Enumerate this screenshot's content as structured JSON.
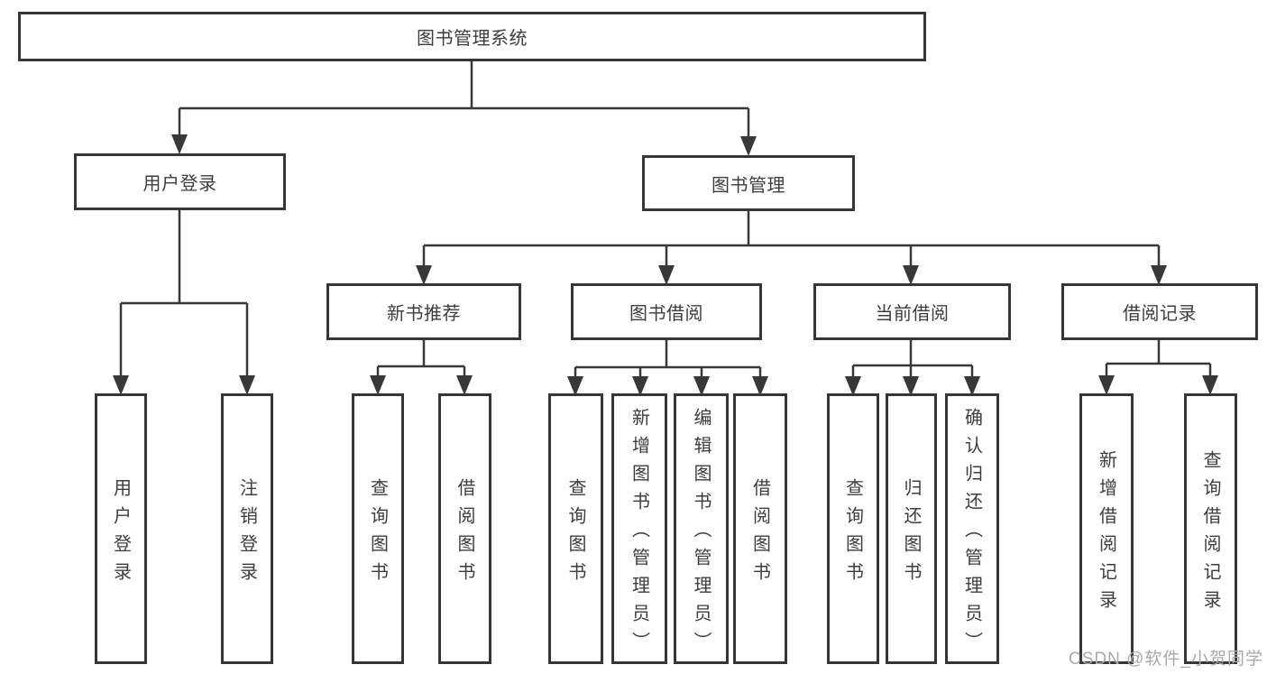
{
  "colors": {
    "line": "#383838",
    "box_border": "#363636",
    "text": "#3d3d3d",
    "background": "#ffffff",
    "watermark": "#a9a9a9"
  },
  "tree": {
    "label": "图书管理系统",
    "children": [
      {
        "label": "用户登录",
        "children": [
          {
            "label": "用户登录"
          },
          {
            "label": "注销登录"
          }
        ]
      },
      {
        "label": "图书管理",
        "children": [
          {
            "label": "新书推荐",
            "children": [
              {
                "label": "查询图书"
              },
              {
                "label": "借阅图书"
              }
            ]
          },
          {
            "label": "图书借阅",
            "children": [
              {
                "label": "查询图书"
              },
              {
                "label": "新增图书（管理员）"
              },
              {
                "label": "编辑图书（管理员）"
              },
              {
                "label": "借阅图书"
              }
            ]
          },
          {
            "label": "当前借阅",
            "children": [
              {
                "label": "查询图书"
              },
              {
                "label": "归还图书"
              },
              {
                "label": "确认归还（管理员）"
              }
            ]
          },
          {
            "label": "借阅记录",
            "children": [
              {
                "label": "新增借阅记录"
              },
              {
                "label": "查询借阅记录"
              }
            ]
          }
        ]
      }
    ]
  },
  "watermark": "CSDN @软件_小贺同学"
}
